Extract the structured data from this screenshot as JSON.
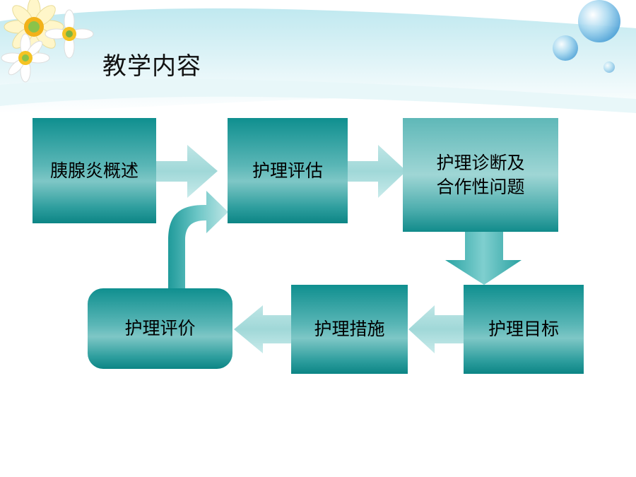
{
  "slide": {
    "title": "教学内容"
  },
  "flow": {
    "nodes": [
      {
        "id": "overview",
        "label": "胰腺炎概述"
      },
      {
        "id": "assessment",
        "label": "护理评估"
      },
      {
        "id": "diagnosis",
        "label": "护理诊断及\n合作性问题"
      },
      {
        "id": "goals",
        "label": "护理目标"
      },
      {
        "id": "measures",
        "label": "护理措施"
      },
      {
        "id": "evaluation",
        "label": "护理评价"
      }
    ]
  },
  "colors": {
    "box_dark": "#0f8f8f",
    "box_light": "#7ec7c6",
    "arrow": "#a9dcdb",
    "banner": "#cfeff2"
  }
}
